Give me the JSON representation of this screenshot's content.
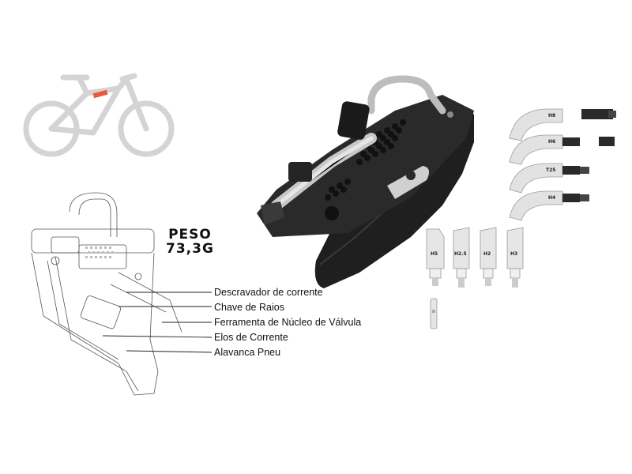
{
  "weight": {
    "label": "PESO",
    "value": "73,3G"
  },
  "callouts": [
    "Descravador de corrente",
    "Chave de Raios",
    "Ferramenta de Núcleo de Válvula",
    "Elos de Corrente",
    "Alavanca Pneu"
  ],
  "curved_bits": [
    "H8",
    "H6",
    "T25",
    "H4"
  ],
  "straight_bits": [
    "H5",
    "H2.5",
    "H2",
    "H3"
  ],
  "colors": {
    "tool_body": "#1e1e1e",
    "accent": "#e85a3a",
    "bike_grey": "#d9d9d9"
  },
  "icons": [
    "bicycle-icon",
    "multitool-image",
    "multitool-sketch"
  ]
}
